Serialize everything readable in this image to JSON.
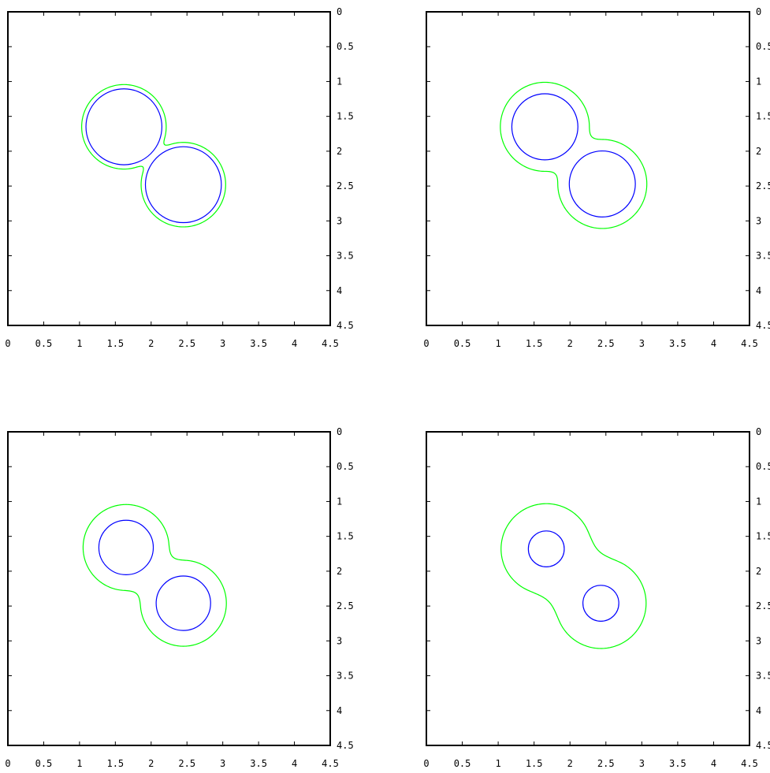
{
  "chart_data": [
    {
      "type": "contour",
      "xlim": [
        0,
        4.5
      ],
      "ylim": [
        0,
        4.5
      ],
      "y_inverted": true,
      "x_ticks": [
        "0",
        "0.5",
        "1",
        "1.5",
        "2",
        "2.5",
        "3",
        "3.5",
        "4",
        "4.5"
      ],
      "y_ticks": [
        "0",
        "0.5",
        "1",
        "1.5",
        "2",
        "2.5",
        "3",
        "3.5",
        "4",
        "4.5"
      ],
      "grid": false,
      "circles": [
        {
          "cx": 1.62,
          "cy": 1.65,
          "r": 0.53
        },
        {
          "cx": 2.45,
          "cy": 2.48,
          "r": 0.53
        }
      ],
      "outer_contour_offset": 0.06,
      "colors": {
        "inner": "#0000ff",
        "outer": "#00ff00"
      }
    },
    {
      "type": "contour",
      "xlim": [
        0,
        4.5
      ],
      "ylim": [
        0,
        4.5
      ],
      "y_inverted": true,
      "x_ticks": [
        "0",
        "0.5",
        "1",
        "1.5",
        "2",
        "2.5",
        "3",
        "3.5",
        "4",
        "4.5"
      ],
      "y_ticks": [
        "0",
        "0.5",
        "1",
        "1.5",
        "2",
        "2.5",
        "3",
        "3.5",
        "4",
        "4.5"
      ],
      "grid": false,
      "circles": [
        {
          "cx": 1.65,
          "cy": 1.65,
          "r": 0.46
        },
        {
          "cx": 2.45,
          "cy": 2.47,
          "r": 0.46
        }
      ],
      "outer_contour_offset": 0.16,
      "colors": {
        "inner": "#0000ff",
        "outer": "#00ff00"
      }
    },
    {
      "type": "contour",
      "xlim": [
        0,
        4.5
      ],
      "ylim": [
        0,
        4.5
      ],
      "y_inverted": true,
      "x_ticks": [
        "0",
        "0.5",
        "1",
        "1.5",
        "2",
        "2.5",
        "3",
        "3.5",
        "4",
        "4.5"
      ],
      "y_ticks": [
        "0",
        "0.5",
        "1",
        "1.5",
        "2",
        "2.5",
        "3",
        "3.5",
        "4",
        "4.5"
      ],
      "grid": false,
      "circles": [
        {
          "cx": 1.65,
          "cy": 1.66,
          "r": 0.38
        },
        {
          "cx": 2.45,
          "cy": 2.46,
          "r": 0.38
        }
      ],
      "outer_contour_offset": 0.22,
      "colors": {
        "inner": "#0000ff",
        "outer": "#00ff00"
      }
    },
    {
      "type": "contour",
      "xlim": [
        0,
        4.5
      ],
      "ylim": [
        0,
        4.5
      ],
      "y_inverted": true,
      "x_ticks": [
        "0",
        "0.5",
        "1",
        "1.5",
        "2",
        "2.5",
        "3",
        "3.5",
        "4",
        "4.5"
      ],
      "y_ticks": [
        "0",
        "0.5",
        "1",
        "1.5",
        "2",
        "2.5",
        "3",
        "3.5",
        "4",
        "4.5"
      ],
      "grid": false,
      "circles": [
        {
          "cx": 1.67,
          "cy": 1.68,
          "r": 0.25
        },
        {
          "cx": 2.43,
          "cy": 2.46,
          "r": 0.25
        }
      ],
      "outer_contour_offset": 0.38,
      "colors": {
        "inner": "#0000ff",
        "outer": "#00ff00"
      }
    }
  ]
}
